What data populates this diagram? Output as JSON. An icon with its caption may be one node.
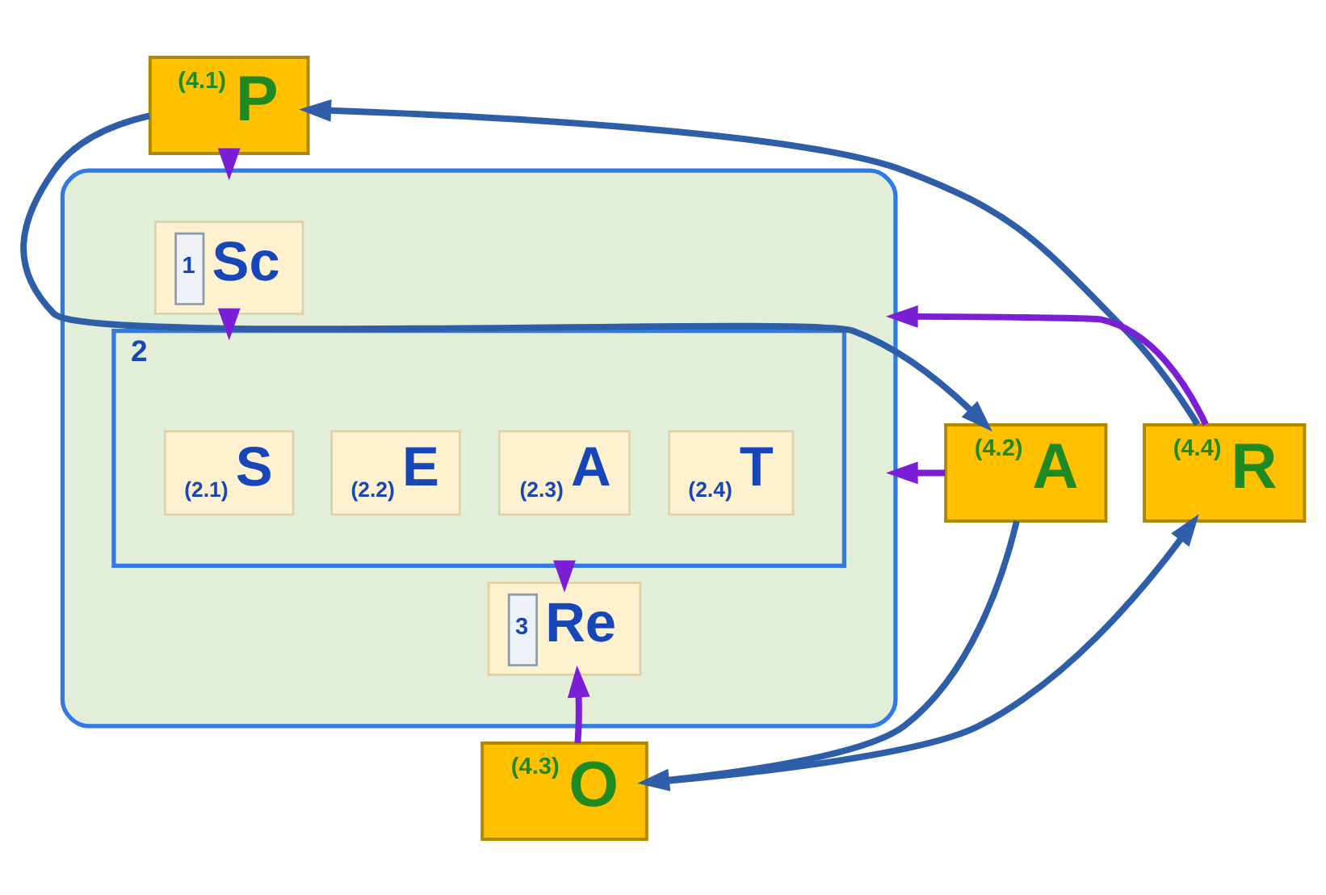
{
  "diagram": {
    "nodes": [
      {
        "text": [
          "(4.1)",
          "P"
        ]
      },
      {
        "text": [
          "(4.2)",
          "A"
        ]
      },
      {
        "text": [
          "(4.3)",
          "O"
        ]
      },
      {
        "text": [
          "(4.4)",
          "R"
        ]
      },
      {
        "text": [],
        "shape": "box"
      },
      {
        "text": [
          "1",
          "Sc"
        ],
        "in": 4
      },
      {
        "text": [
          "2"
        ],
        "in": 4
      },
      {
        "text": [
          "(2.1)",
          "S"
        ],
        "in": 6
      },
      {
        "text": [
          "(2.2)",
          "E"
        ],
        "in": 6
      },
      {
        "text": [
          "(2.3)",
          "A"
        ],
        "in": 6
      },
      {
        "text": [
          "(2.4)",
          "T"
        ],
        "in": 6
      },
      {
        "text": [
          "3",
          "Re"
        ],
        "in": 4
      }
    ],
    "edges": [
      {
        "from": 0,
        "to": 4,
        "arrow": "to"
      },
      {
        "from": 5,
        "to": 6,
        "arrow": "to"
      },
      {
        "from": 6,
        "to": 11,
        "arrow": "to"
      },
      {
        "from": 1,
        "to": 4,
        "arrow": "to"
      },
      {
        "from": 2,
        "to": 11,
        "arrow": "to"
      },
      {
        "from": 3,
        "to": 4,
        "arrow": "to"
      },
      {
        "from": 3,
        "to": 0,
        "arrow": "to",
        "color": "#2e5ea8"
      },
      {
        "from": 0,
        "to": 1,
        "arrow": "to",
        "color": "#2e5ea8"
      },
      {
        "from": 1,
        "to": 2,
        "arrow": "to",
        "color": "#2e5ea8"
      },
      {
        "from": 2,
        "to": 3,
        "arrow": "to",
        "color": "#2e5ea8"
      }
    ]
  }
}
